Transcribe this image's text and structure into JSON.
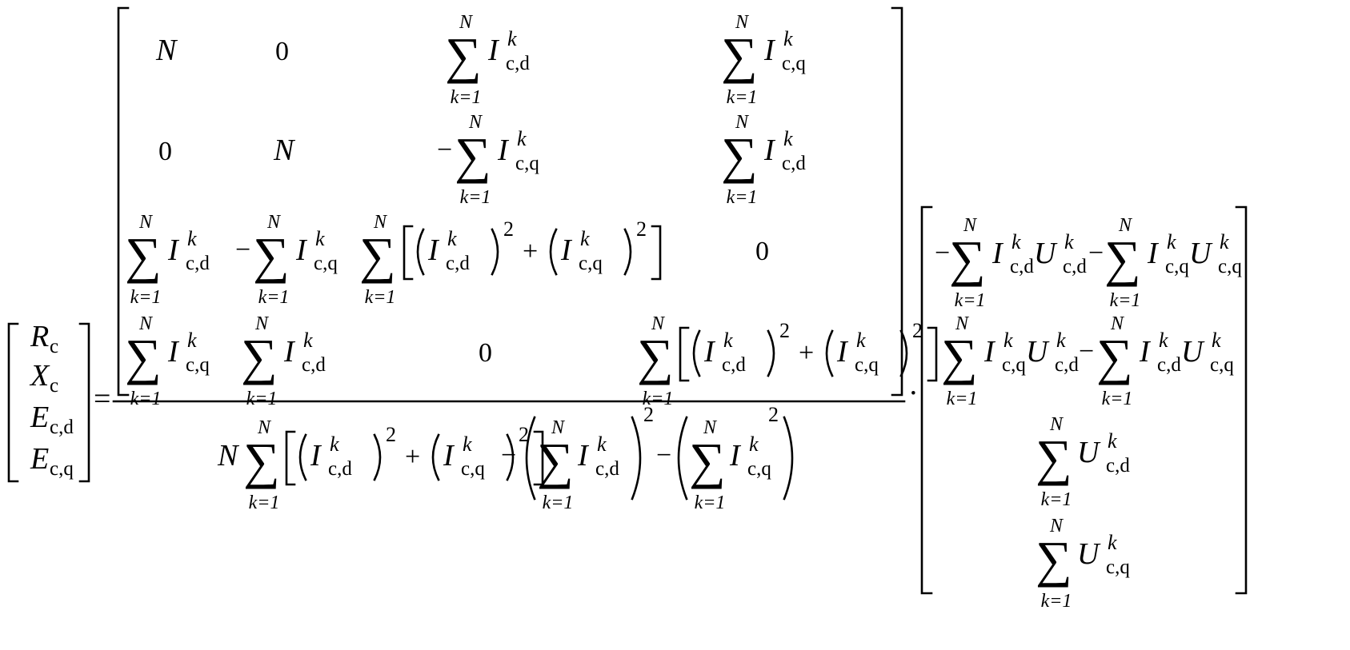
{
  "formula": {
    "lhs": {
      "entries": [
        {
          "base": "R",
          "sub": "c"
        },
        {
          "base": "X",
          "sub": "c"
        },
        {
          "base": "E",
          "sub": "c,d"
        },
        {
          "base": "E",
          "sub": "c,q"
        }
      ]
    },
    "equals": "=",
    "dot": "·",
    "n": "N",
    "zero": "0",
    "minus": "−",
    "plus": "+",
    "exponent": "2",
    "sum_top": "N",
    "sum_bottom": "k=1",
    "sum_symbol": "∑",
    "current": {
      "base": "I",
      "sup": "k",
      "sub_d": "c,d",
      "sub_q": "c,q"
    },
    "voltage": {
      "base": "U",
      "sup": "k",
      "sub_d": "c,d",
      "sub_q": "c,q"
    }
  }
}
